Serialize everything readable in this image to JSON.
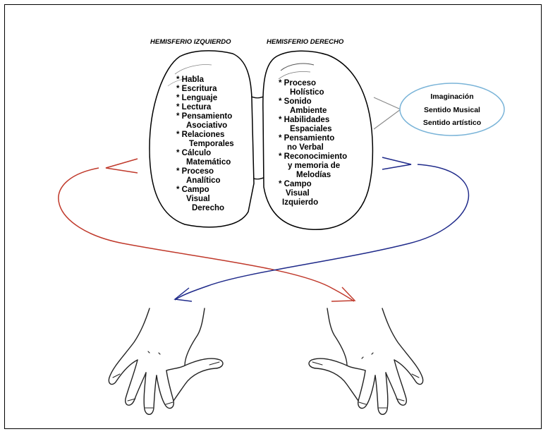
{
  "headings": {
    "left": "HEMISFERIO IZQUIERDO",
    "right": "HEMISFERIO DERECHO"
  },
  "left_hemisphere": {
    "lines": [
      "* Habla",
      "* Escritura",
      "* Lenguaje",
      "* Lectura",
      "* Pensamiento",
      "Asociativo",
      "* Relaciones",
      "Temporales",
      "* Cálculo",
      "Matemático",
      "* Proceso",
      "Analítico",
      "* Campo",
      "Visual",
      "Derecho"
    ]
  },
  "right_hemisphere": {
    "lines": [
      "* Proceso",
      "Holístico",
      "* Sonido",
      "Ambiente",
      "* Habilidades",
      "Espaciales",
      "* Pensamiento",
      "no Verbal",
      "* Reconocimiento",
      "y memoria de",
      "Melodías",
      "* Campo",
      "Visual",
      "Izquierdo"
    ]
  },
  "bubble": {
    "lines": [
      "Imaginación",
      "Sentido Musical",
      "Sentido artístico"
    ],
    "border_color": "#7ab4d8"
  },
  "colors": {
    "left_path": "#c0392b",
    "right_path": "#1f2a8a",
    "outline": "#000000"
  }
}
